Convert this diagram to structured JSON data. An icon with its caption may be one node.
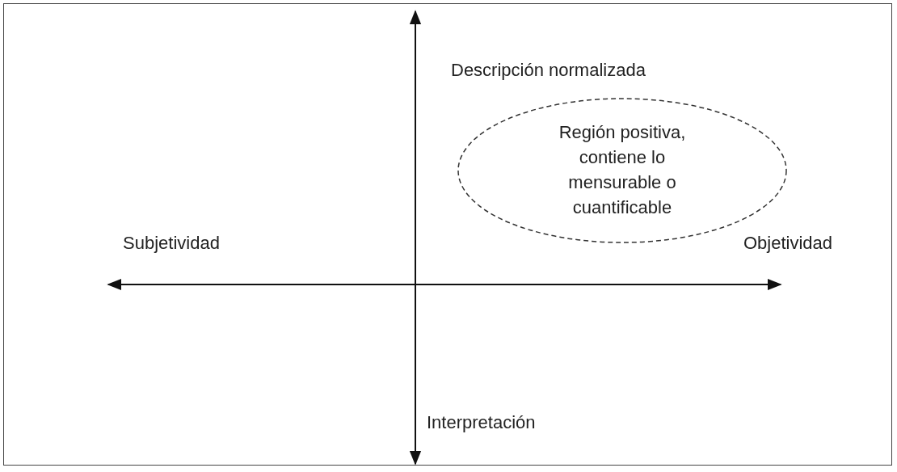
{
  "diagram": {
    "nodes": [
      {
        "text": [
          "Región positiva, contiene lo mensurable o cuantificable"
        ]
      }
    ],
    "labels": [
      "Descripción normalizada",
      "Subjetividad",
      "Objetividad",
      "Interpretación"
    ]
  }
}
